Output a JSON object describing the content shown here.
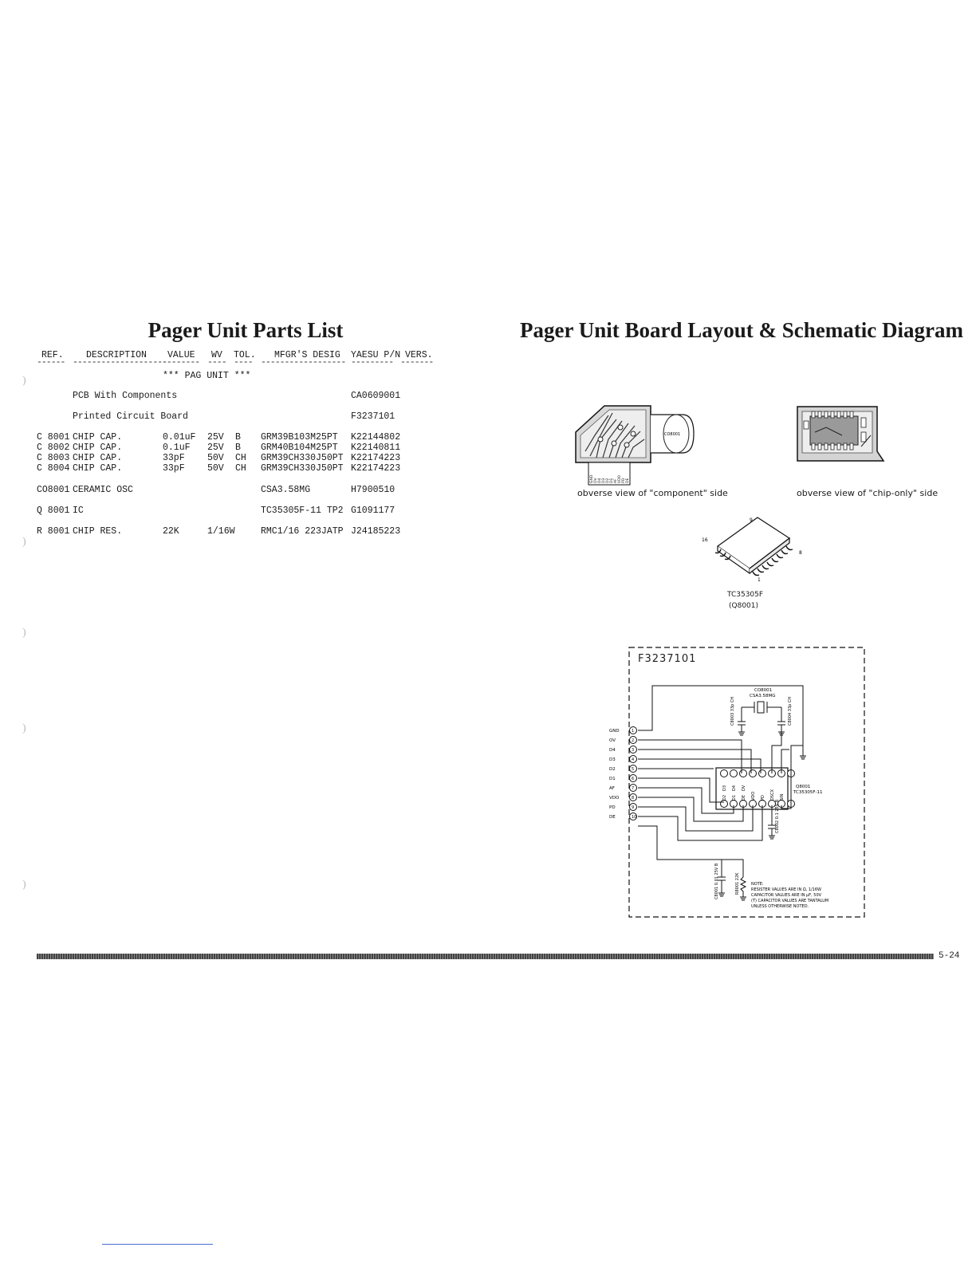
{
  "left": {
    "title": "Pager Unit Parts List",
    "headers": {
      "ref": "REF.",
      "desc": "DESCRIPTION",
      "value": "VALUE",
      "wv": "WV",
      "tol": "TOL.",
      "mfgr": "MFGR'S DESIG",
      "yaesu": "YAESU P/N",
      "vers": "VERS."
    },
    "unit_label": "*** PAG UNIT ***",
    "rows": [
      {
        "ref": "",
        "desc": "PCB With Components",
        "value": "",
        "wv": "",
        "tol": "",
        "mfgr": "",
        "yaesu": "CA0609001"
      },
      {
        "ref": "",
        "desc": "Printed Circuit Board",
        "value": "",
        "wv": "",
        "tol": "",
        "mfgr": "",
        "yaesu": "F3237101"
      },
      {
        "ref": "C 8001",
        "desc": "CHIP CAP.",
        "value": "0.01uF",
        "wv": "25V",
        "tol": "B",
        "mfgr": "GRM39B103M25PT",
        "yaesu": "K22144802"
      },
      {
        "ref": "C 8002",
        "desc": "CHIP CAP.",
        "value": "0.1uF",
        "wv": "25V",
        "tol": "B",
        "mfgr": "GRM40B104M25PT",
        "yaesu": "K22140811"
      },
      {
        "ref": "C 8003",
        "desc": "CHIP CAP.",
        "value": "33pF",
        "wv": "50V",
        "tol": "CH",
        "mfgr": "GRM39CH330J50PT",
        "yaesu": "K22174223"
      },
      {
        "ref": "C 8004",
        "desc": "CHIP CAP.",
        "value": "33pF",
        "wv": "50V",
        "tol": "CH",
        "mfgr": "GRM39CH330J50PT",
        "yaesu": "K22174223"
      },
      {
        "ref": "CO8001",
        "desc": "CERAMIC OSC",
        "value": "",
        "wv": "",
        "tol": "",
        "mfgr": "CSA3.58MG",
        "yaesu": "H7900510"
      },
      {
        "ref": "Q 8001",
        "desc": "IC",
        "value": "",
        "wv": "",
        "tol": "",
        "mfgr": "TC35305F-11 TP2",
        "yaesu": "G1091177"
      },
      {
        "ref": "R 8001",
        "desc": "CHIP RES.",
        "value": "22K",
        "wv": "1/16W",
        "tol": "",
        "mfgr": "RMC1/16 223JATP",
        "yaesu": "J24185223"
      }
    ]
  },
  "right": {
    "title": "Pager Unit Board Layout & Schematic Diagram",
    "caption_component": "obverse view of \"component\" side",
    "caption_chip": "obverse view of \"chip-only\" side",
    "board_pad_label": "CO8001",
    "ic": {
      "part": "TC35305F",
      "ref": "(Q8001)",
      "pin_16": "16",
      "pin_9": "9",
      "pin_8": "8",
      "pin_1": "1"
    },
    "schematic": {
      "board_label": "F3237101",
      "connector_pins": [
        "GND",
        "OV",
        "D4",
        "D3",
        "D2",
        "D1",
        "AF",
        "VDO",
        "PD",
        "DE"
      ],
      "connector_numbers": [
        "1",
        "2",
        "3",
        "4",
        "5",
        "6",
        "7",
        "8",
        "9",
        "10"
      ],
      "osc_ref": "CO8001",
      "osc_value": "CSA3.58MG",
      "c8003": "C8003 33p CH",
      "c8004": "C8004 33p CH",
      "ic_ref": "Q8001",
      "ic_part": "TC35305F-11",
      "ic_top_pins": [
        "D3",
        "D4",
        "DV"
      ],
      "ic_bottom_pins": [
        "D2",
        "D1",
        "DE",
        "VDO",
        "PD",
        "OSCX",
        "SIN"
      ],
      "c8002": "C8002 0.1 25V B",
      "c8001": "C8001 0.01 25V B",
      "r8001": "R8001 22K",
      "note": [
        "NOTE:",
        "RESISTER VALUES ARE IN Ω, 1/16W",
        "CAPACITOR VALUES ARE IN μF, 50V",
        "(T) CAPACITOR VALUES ARE TANTALUM",
        "UNLESS OTHERWISE NOTED."
      ]
    },
    "page_number": "5-24"
  }
}
